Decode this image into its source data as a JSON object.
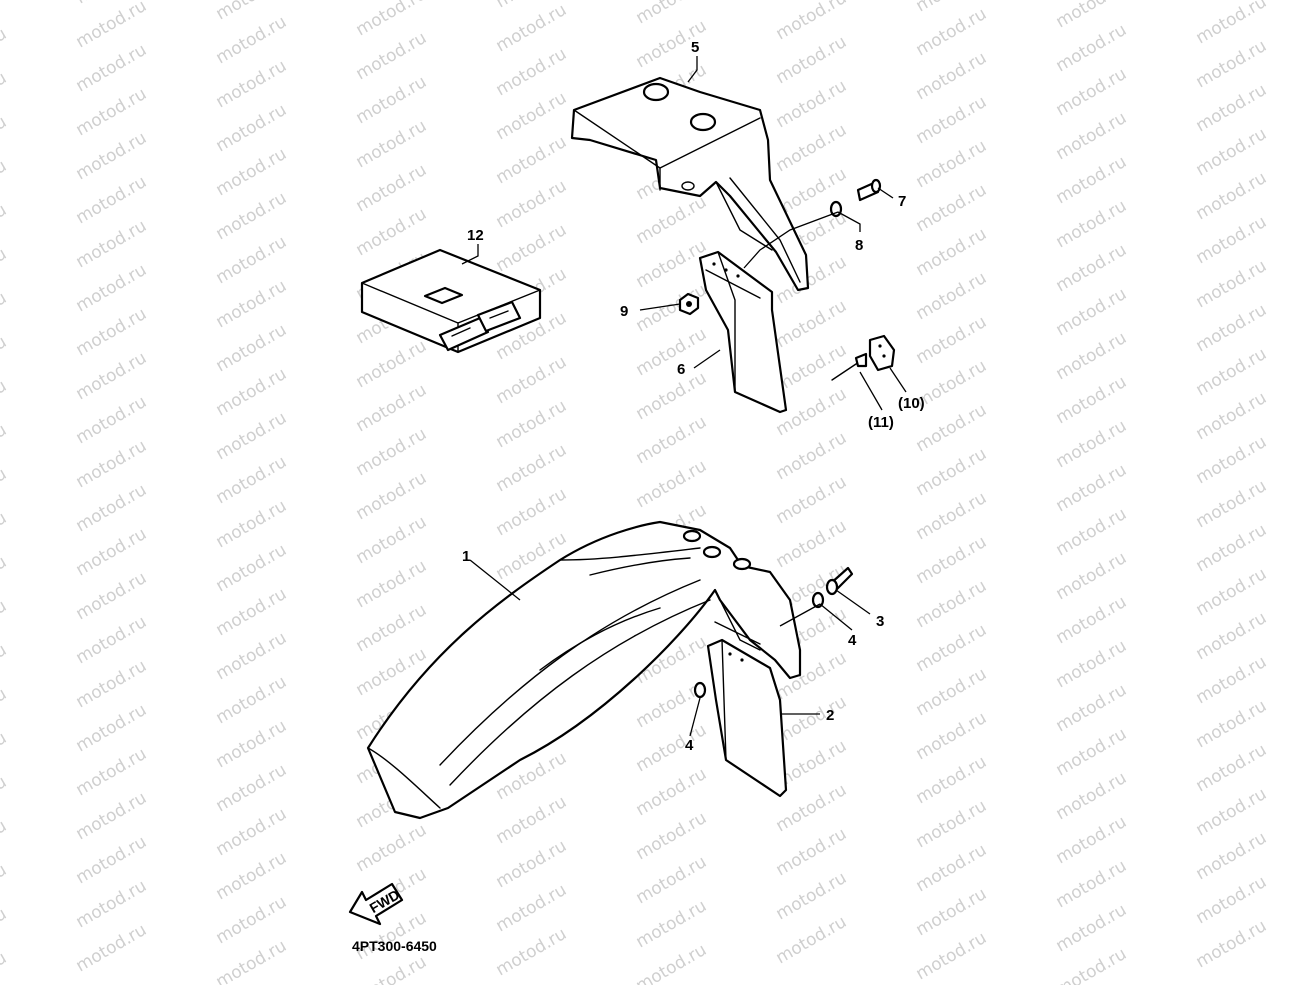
{
  "watermark": {
    "text": "motod.ru",
    "color": "#cfcfcf"
  },
  "diagram_code": "4PT300-6450",
  "fwd_arrow": {
    "label": "FWD",
    "icon": "forward-arrow-icon"
  },
  "callouts": {
    "c1": "1",
    "c2": "2",
    "c3": "3",
    "c4a": "4",
    "c4b": "4",
    "c5": "5",
    "c6": "6",
    "c7": "7",
    "c8": "8",
    "c9": "9",
    "c10": "(10)",
    "c11": "(11)",
    "c12": "12"
  },
  "colors": {
    "line": "#000000",
    "background": "#ffffff"
  }
}
